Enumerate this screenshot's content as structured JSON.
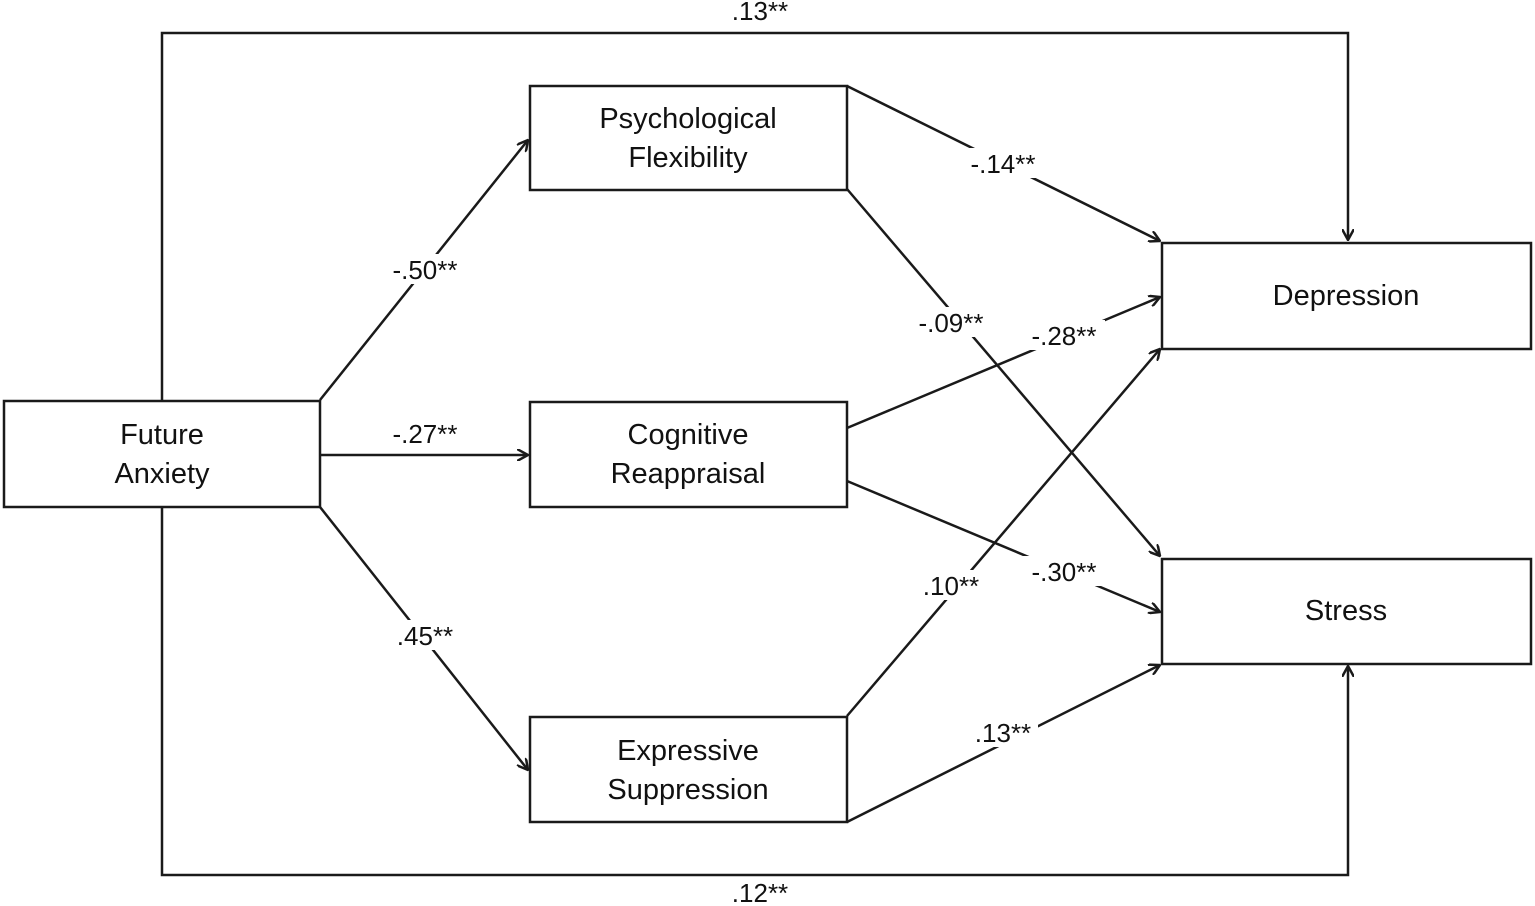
{
  "diagram": {
    "nodes": {
      "future_anxiety": [
        "Future",
        "Anxiety"
      ],
      "psych_flex": [
        "Psychological",
        "Flexibility"
      ],
      "cog_reapp": [
        "Cognitive",
        "Reappraisal"
      ],
      "expr_supp": [
        "Expressive",
        "Suppression"
      ],
      "depression": [
        "Depression"
      ],
      "stress": [
        "Stress"
      ]
    },
    "paths": {
      "fa_to_depression": ".13**",
      "fa_to_stress": ".12**",
      "fa_to_psych_flex": "-.50**",
      "fa_to_cog_reapp": "-.27**",
      "fa_to_expr_supp": ".45**",
      "psych_flex_to_depression": "-.14**",
      "psych_flex_to_stress": "-.09**",
      "cog_reapp_to_depression": "-.28**",
      "cog_reapp_to_stress": "-.30**",
      "expr_supp_to_depression": ".10**",
      "expr_supp_to_stress": ".13**"
    },
    "colors": {
      "line": "#1a1a1a",
      "box_fill": "#ffffff",
      "text": "#111111"
    }
  }
}
